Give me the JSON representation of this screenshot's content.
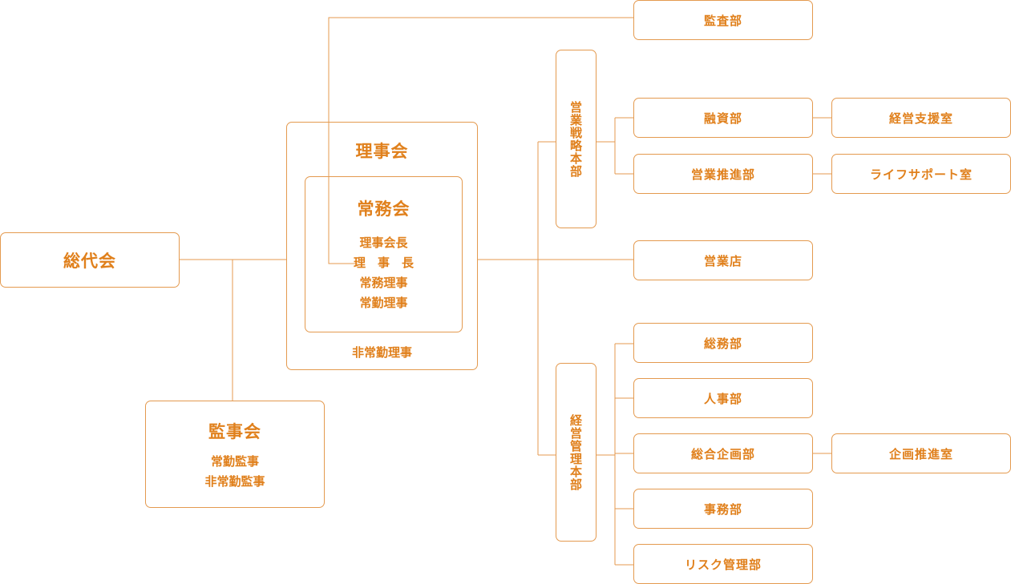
{
  "colors": {
    "accent": "#e0801c",
    "line": "#e49a4f"
  },
  "soudaikai": "総代会",
  "rijikai": {
    "title": "理事会",
    "jomukai": {
      "title": "常務会",
      "members": [
        "理事会長",
        "理　事　長",
        "常務理事",
        "常勤理事"
      ]
    },
    "footer": "非常勤理事"
  },
  "kanjikai": {
    "title": "監事会",
    "members": [
      "常勤監事",
      "非常勤監事"
    ]
  },
  "kansabu": "監査部",
  "eigyo_senryaku": {
    "title": "営業戦略本部",
    "departments": [
      "融資部",
      "営業推進部"
    ],
    "offices": [
      "経営支援室",
      "ライフサポート室"
    ]
  },
  "eigyoten": "営業店",
  "keiei_kanri": {
    "title": "経営管理本部",
    "departments": [
      "総務部",
      "人事部",
      "総合企画部",
      "事務部",
      "リスク管理部"
    ],
    "offices": [
      "企画推進室"
    ]
  }
}
